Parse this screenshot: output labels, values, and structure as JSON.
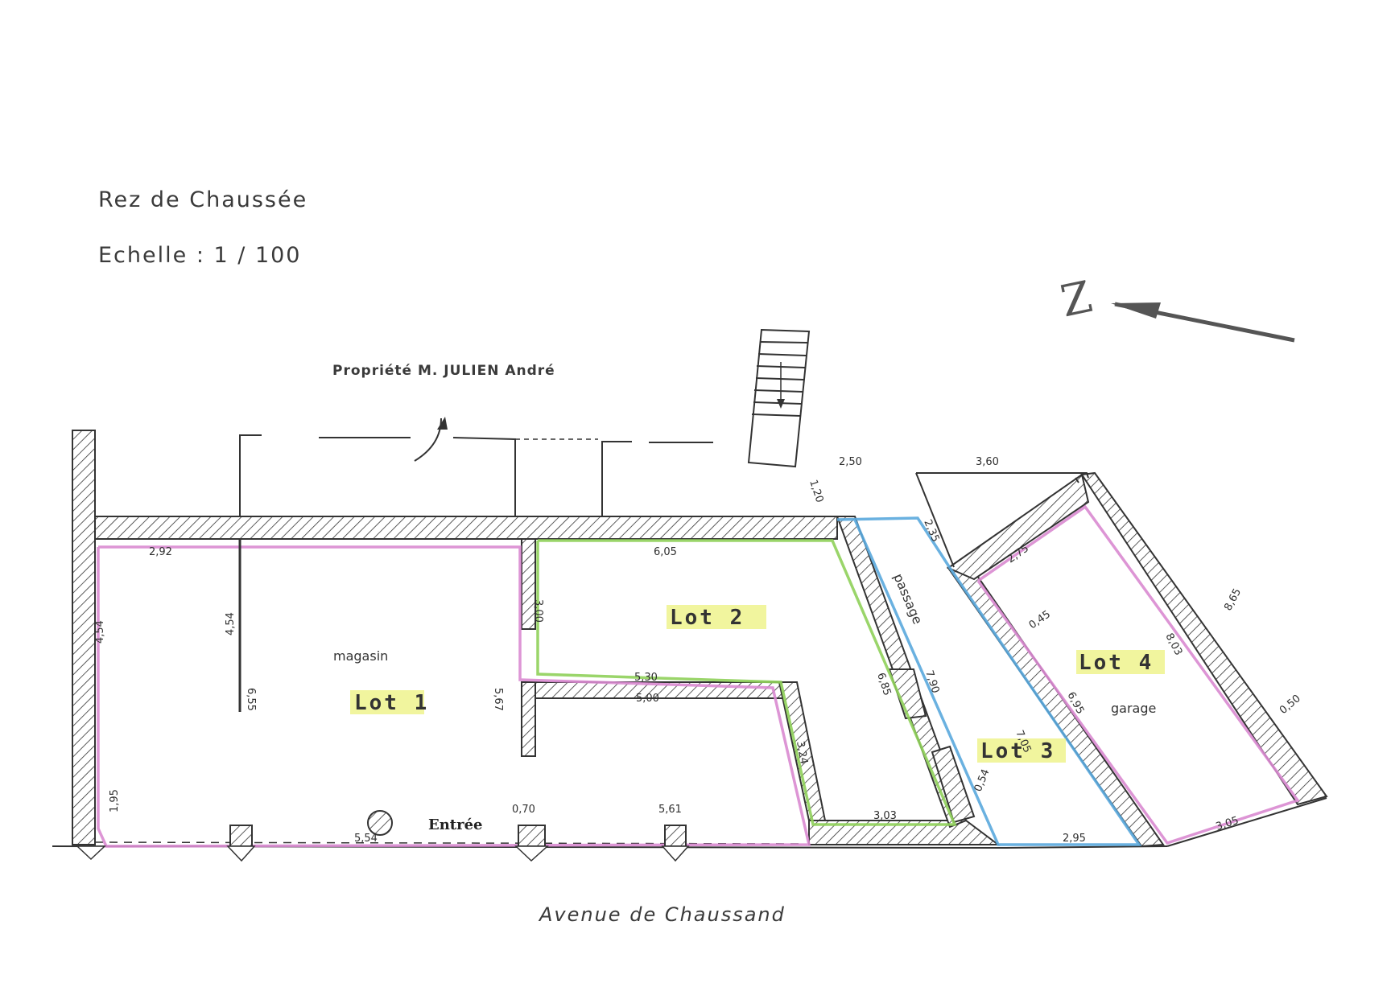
{
  "title": "Rez de Chaussée",
  "scale": "Echelle : 1 / 100",
  "owner": "Propriété  M. JULIEN André",
  "street": "Avenue de Chaussand",
  "north_letter": "Z",
  "entrance": "Entrée",
  "rooms": {
    "magasin": "magasin",
    "garage": "garage",
    "passage": "passage"
  },
  "lots": {
    "lot1": "Lot 1",
    "lot2": "Lot 2",
    "lot3": "Lot 3",
    "lot4": "Lot 4"
  },
  "dimensions": {
    "d292": "2,92",
    "d454a": "4,54",
    "d454b": "4,54",
    "d655": "6,55",
    "d195": "1,95",
    "d554": "5,54",
    "d070": "0,70",
    "d561": "5,61",
    "d605": "6,05",
    "d300": "3,00",
    "d530": "5,30",
    "d500": "5,00",
    "d567": "5,67",
    "d324": "3,24",
    "d303": "3,03",
    "d685": "6,85",
    "d790": "7,90",
    "d054": "0,54",
    "d235": "2,35",
    "d250": "2,50",
    "d120": "1,20",
    "d360": "3,60",
    "d295": "2,95",
    "d705": "7,05",
    "d275": "2,75",
    "d045": "0,45",
    "d695": "6,95",
    "d803": "8,03",
    "d865": "8,65",
    "d050": "0,50",
    "d305": "3,05"
  },
  "colors": {
    "lot1": "#d98ad0",
    "lot2": "#8fd05a",
    "lot3": "#5aa9dd",
    "lot4": "#d98ad0",
    "label_highlight": "#e9f06a",
    "ink": "#333333"
  }
}
